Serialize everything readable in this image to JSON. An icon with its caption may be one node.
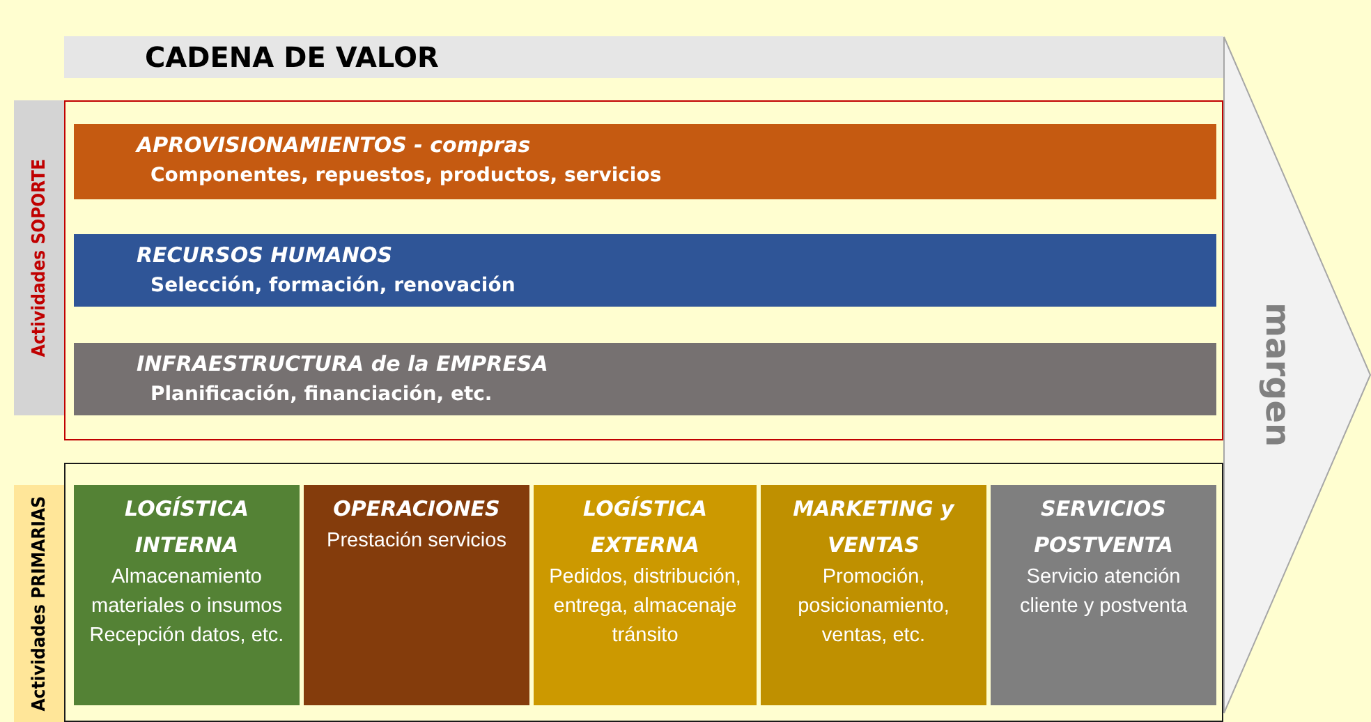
{
  "diagram": {
    "title": "CADENA DE VALOR",
    "nodes": [
      {
        "text": [
          "Actividades SOPORTE"
        ]
      },
      {
        "text": [
          "APROVISIONAMIENTOS - compras",
          "Componentes, repuestos, productos, servicios"
        ]
      },
      {
        "text": [
          "RECURSOS HUMANOS",
          "Selección, formación, renovación"
        ]
      },
      {
        "text": [
          "INFRAESTRUCTURA de la EMPRESA",
          "Planificación, financiación, etc."
        ]
      },
      {
        "text": [
          "Actividades PRIMARIAS"
        ]
      },
      {
        "text": [
          "LOGÍSTICA INTERNA",
          "Almacenamiento materiales o insumos Recepción datos, etc."
        ]
      },
      {
        "text": [
          "OPERACIONES",
          "Prestación servicios"
        ]
      },
      {
        "text": [
          "LOGÍSTICA EXTERNA",
          "Pedidos, distribución, entrega, almacenaje tránsito"
        ]
      },
      {
        "text": [
          "MARKETING y VENTAS",
          "Promoción, posicionamiento, ventas, etc."
        ]
      },
      {
        "text": [
          "SERVICIOS POSTVENTA",
          "Servicio atención cliente y postventa"
        ]
      },
      {
        "text": [
          "margen"
        ]
      }
    ]
  }
}
